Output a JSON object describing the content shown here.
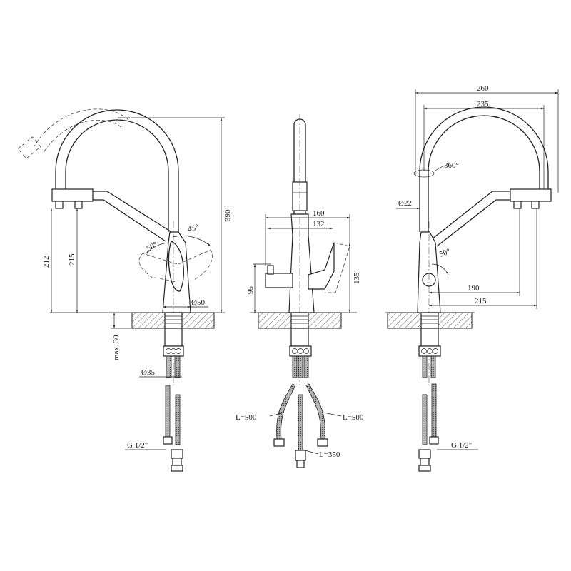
{
  "title": "Kitchen faucet technical drawing",
  "side_view": {
    "height_total": "390",
    "height_212": "212",
    "height_215": "215",
    "angle_45": "45°",
    "angle_50": "50°",
    "base_diameter": "Ø50",
    "max_thickness": "max. 30",
    "shank_diameter": "Ø35",
    "thread": "G 1/2\""
  },
  "front_view": {
    "width_160": "160",
    "width_132": "132",
    "height_95": "95",
    "height_135": "135",
    "hose_left": "L=500",
    "hose_right": "L=500",
    "hose_center": "L=350"
  },
  "rear_view": {
    "width_260": "260",
    "width_235": "235",
    "rotation": "360°",
    "spout_diameter": "Ø22",
    "angle_50": "50°",
    "reach_190": "190",
    "reach_215": "215",
    "thread": "G 1/2\""
  }
}
